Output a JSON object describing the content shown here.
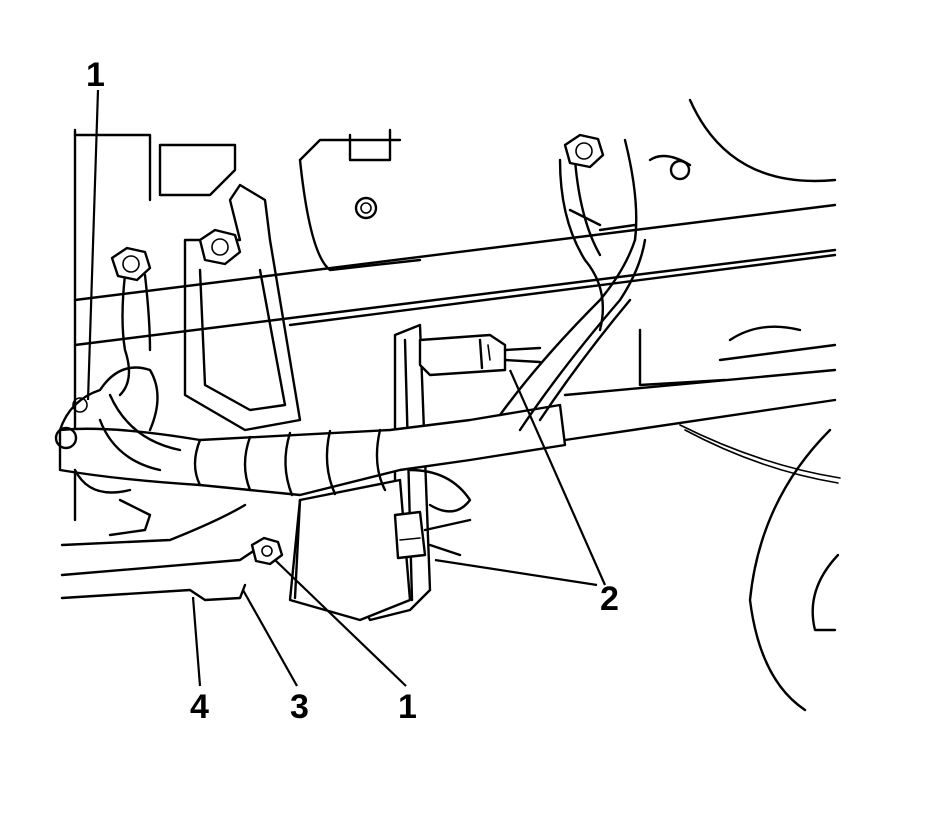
{
  "callouts": {
    "c1_top": "1",
    "c2": "2",
    "c4": "4",
    "c3": "3",
    "c1_bottom": "1"
  }
}
